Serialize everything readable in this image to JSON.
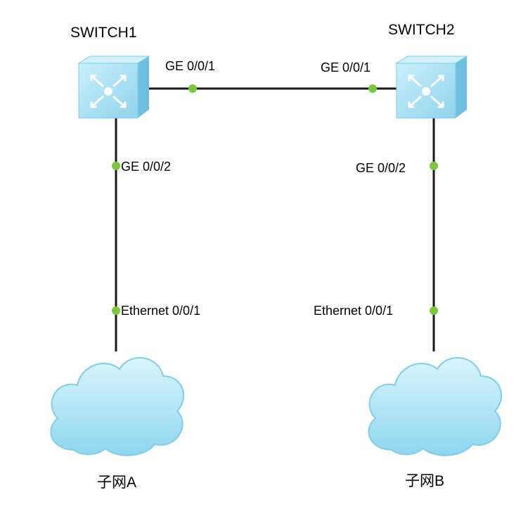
{
  "switches": [
    {
      "name": "SWITCH1",
      "port_uplink": "GE 0/0/1",
      "port_down": "GE 0/0/2"
    },
    {
      "name": "SWITCH2",
      "port_uplink": "GE 0/0/1",
      "port_down": "GE 0/0/2"
    }
  ],
  "subnets": [
    {
      "name": "子网A",
      "port": "Ethernet 0/0/1"
    },
    {
      "name": "子网B",
      "port": "Ethernet 0/0/1"
    }
  ],
  "colors": {
    "link": "#1a1a1a",
    "port_dot": "#7ac93a",
    "switch_face": "#a9e3f5",
    "switch_side": "#7cc8e4",
    "switch_top": "#d2f1fb",
    "cloud_fill": "#bcebfa",
    "cloud_edge": "#7fcde8"
  },
  "icons": {
    "switch": "layer3-switch-icon",
    "network": "cloud-icon"
  }
}
